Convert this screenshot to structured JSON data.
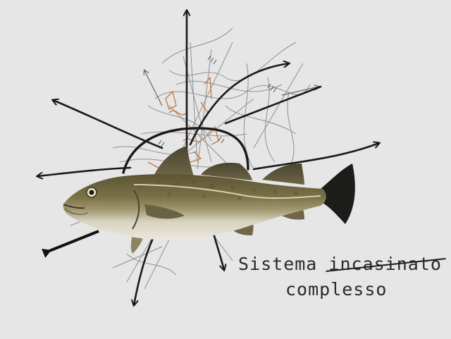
{
  "caption": {
    "line1_word": "Sistema",
    "line1_struck_word": "incasinato",
    "line2": "complesso"
  },
  "colors": {
    "background": "#e6e6e6",
    "ink": "#1a1a1a",
    "thin_lines": "#8a8a8a",
    "scribble_orange": "#c87a45",
    "fish_back": "#6b6340",
    "fish_belly": "#e2dccb",
    "fish_tail": "#1c1c1a"
  },
  "icons": {
    "subject": "fish-illustration",
    "background_decoration": "arrow-scribbles"
  }
}
